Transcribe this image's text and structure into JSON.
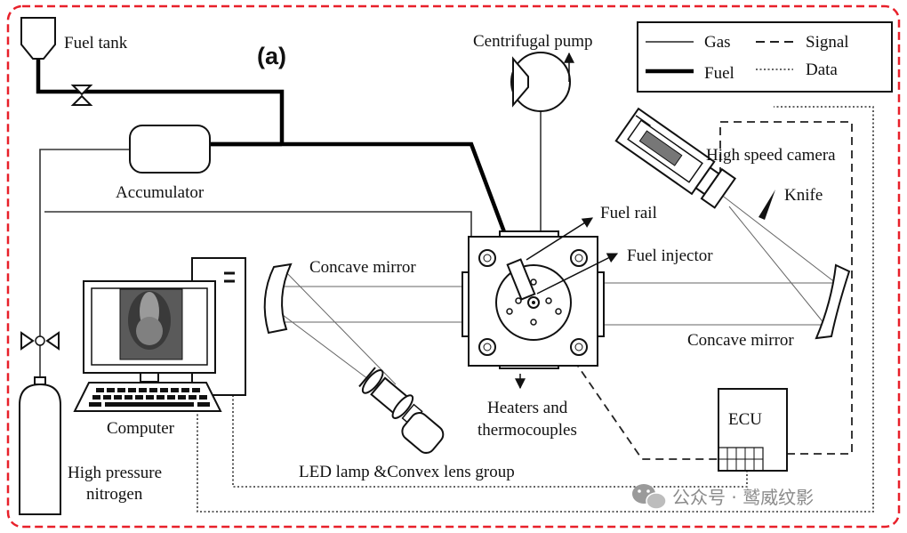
{
  "panel_label": "(a)",
  "labels": {
    "fuel_tank": "Fuel tank",
    "accumulator": "Accumulator",
    "centrifugal_pump": "Centrifugal pump",
    "high_speed_camera": "High speed camera",
    "knife": "Knife",
    "fuel_rail": "Fuel rail",
    "fuel_injector": "Fuel injector",
    "concave_mirror_left": "Concave mirror",
    "concave_mirror_right": "Concave mirror",
    "computer": "Computer",
    "heaters_line1": "Heaters and",
    "heaters_line2": "thermocouples",
    "ecu": "ECU",
    "led_lamp": "LED lamp &Convex lens group",
    "nitrogen_line1": "High pressure",
    "nitrogen_line2": "nitrogen"
  },
  "legend": [
    {
      "label": "Gas",
      "style": "solid-thin"
    },
    {
      "label": "Signal",
      "style": "dashed"
    },
    {
      "label": "Fuel",
      "style": "solid-thick"
    },
    {
      "label": "Data",
      "style": "dotted"
    }
  ],
  "watermark": "公众号 · 鹫威纹影",
  "colors": {
    "border": "#e8202a",
    "line": "#111111",
    "watermark": "#8a8a8a"
  },
  "icons": [
    "valve-icon",
    "mirror-icon",
    "lens-icon",
    "camera-icon",
    "computer-icon",
    "cylinder-icon",
    "pump-icon",
    "wechat-icon"
  ]
}
